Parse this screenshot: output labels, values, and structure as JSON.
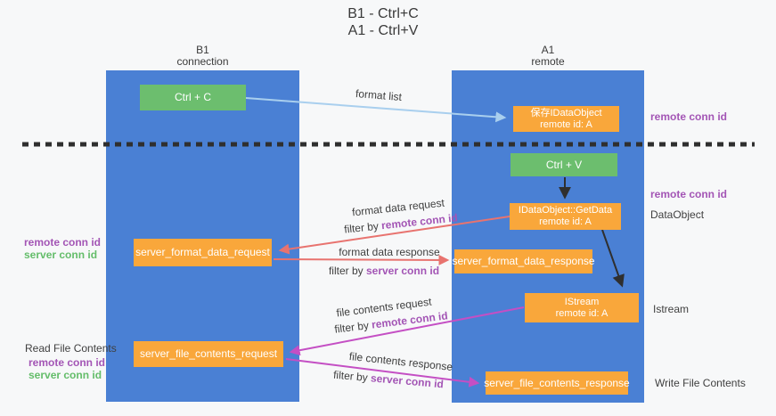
{
  "title": {
    "line1": "B1 - Ctrl+C",
    "line2": "A1 - Ctrl+V"
  },
  "columns": {
    "left": {
      "header_line1": "B1",
      "header_line2": "connection"
    },
    "right": {
      "header_line1": "A1",
      "header_line2": "remote"
    }
  },
  "nodes": {
    "ctrl_c": "Ctrl + C",
    "ctrl_v": "Ctrl + V",
    "save_dataobject": {
      "line1": "保存IDataObject",
      "line2": "remote id: A"
    },
    "getdata": {
      "line1": "IDataObject::GetData",
      "line2": "remote id: A"
    },
    "istream": {
      "line1": "IStream",
      "line2": "remote id: A"
    },
    "server_format_data_request": "server_format_data_request",
    "server_format_data_response": "server_format_data_response",
    "server_file_contents_request": "server_file_contents_request",
    "server_file_contents_response": "server_file_contents_response"
  },
  "arrow_labels": {
    "format_list": "format list",
    "format_data_request": "format data request",
    "format_data_response": "format data response",
    "file_contents_request": "file contents request",
    "file_contents_response": "file contents response",
    "filter_by_prefix": "filter by ",
    "remote_conn_id": "remote conn id",
    "server_conn_id": "server conn id"
  },
  "side_labels": {
    "left_mid": {
      "purple": "remote conn id",
      "green": "server conn id"
    },
    "left_bottom": {
      "black": "Read File Contents",
      "purple": "remote conn id",
      "green": "server conn id"
    },
    "right": {
      "remote_conn_id_top": "remote conn id",
      "remote_conn_id_mid": "remote conn id",
      "dataobject": "DataObject",
      "istream": "Istream",
      "write_file_contents": "Write File Contents"
    }
  },
  "colors": {
    "lane_blue": "#4a80d4",
    "box_green": "#6cbe6e",
    "box_orange": "#f9a73b",
    "arrow_light_blue": "#a9cfee",
    "arrow_red": "#e8736f",
    "arrow_magenta": "#c44fc4",
    "arrow_black": "#2f2f2f",
    "label_purple": "#a355b5",
    "label_green": "#64bd6a",
    "dashed_divider": "#2f2f2f"
  }
}
